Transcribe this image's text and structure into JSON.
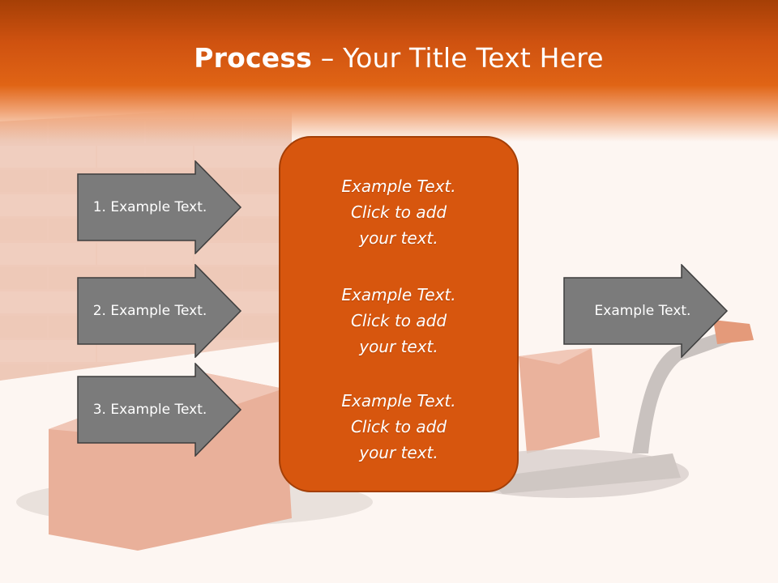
{
  "slide": {
    "title_bold": "Process",
    "title_rest": " – Your Title Text Here",
    "left_arrows": [
      {
        "label": "1. Example Text."
      },
      {
        "label": "2. Example Text."
      },
      {
        "label": "3. Example Text."
      }
    ],
    "center_items": [
      {
        "text": "Example Text.\nClick  to add\nyour text."
      },
      {
        "text": "Example Text.\nClick  to add\nyour text."
      },
      {
        "text": "Example Text.\nClick  to add\nyour text."
      }
    ],
    "right_arrow": {
      "label": "Example Text."
    }
  },
  "colors": {
    "header": "#cf5210",
    "center_box": "#d7560e",
    "arrow_fill": "#7b7b7b",
    "background": "#fdf6f2"
  }
}
